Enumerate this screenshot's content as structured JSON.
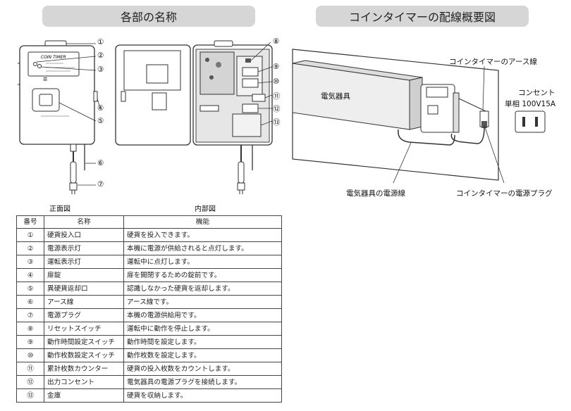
{
  "headings": {
    "left": "各部の名称",
    "right": "コインタイマーの配線概要図"
  },
  "captions": {
    "front": "正面図",
    "internal": "内部図"
  },
  "device": {
    "brand": "COIN TIMER"
  },
  "callouts": [
    "①",
    "②",
    "③",
    "④",
    "⑤",
    "⑥",
    "⑦",
    "⑧",
    "⑨",
    "⑩",
    "⑪",
    "⑫",
    "⑬"
  ],
  "wiring": {
    "appliance": "電気器具",
    "earth_wire": "コインタイマーのアース線",
    "outlet": "コンセント",
    "outlet_spec": "単相 100V15A",
    "power_cord": "電気器具の電源線",
    "power_plug": "コインタイマーの電源プラグ"
  },
  "table": {
    "headers": [
      "番号",
      "名称",
      "機能"
    ],
    "rows": [
      {
        "num": "①",
        "name": "硬貨投入口",
        "func": "硬貨を投入できます。"
      },
      {
        "num": "②",
        "name": "電源表示灯",
        "func": "本機に電源が供給されると点灯します。"
      },
      {
        "num": "③",
        "name": "運転表示灯",
        "func": "運転中に点灯します。"
      },
      {
        "num": "④",
        "name": "扉錠",
        "func": "扉を開閉するための錠前です。"
      },
      {
        "num": "⑤",
        "name": "異硬貨返却口",
        "func": "認識しなかった硬貨を返却します。"
      },
      {
        "num": "⑥",
        "name": "アース線",
        "func": "アース線です。"
      },
      {
        "num": "⑦",
        "name": "電源プラグ",
        "func": "本機の電源供給用です。"
      },
      {
        "num": "⑧",
        "name": "リセットスイッチ",
        "func": "運転中に動作を停止します。"
      },
      {
        "num": "⑨",
        "name": "動作時間設定スイッチ",
        "func": "動作時間を設定します。"
      },
      {
        "num": "⑩",
        "name": "動作枚数設定スイッチ",
        "func": "動作枚数を設定します。"
      },
      {
        "num": "⑪",
        "name": "累計枚数カウンター",
        "func": "硬貨の投入枚数をカウントします。"
      },
      {
        "num": "⑫",
        "name": "出力コンセント",
        "func": "電気器具の電源プラグを接続します。"
      },
      {
        "num": "⑬",
        "name": "金庫",
        "func": "硬貨を収納します。"
      }
    ]
  }
}
